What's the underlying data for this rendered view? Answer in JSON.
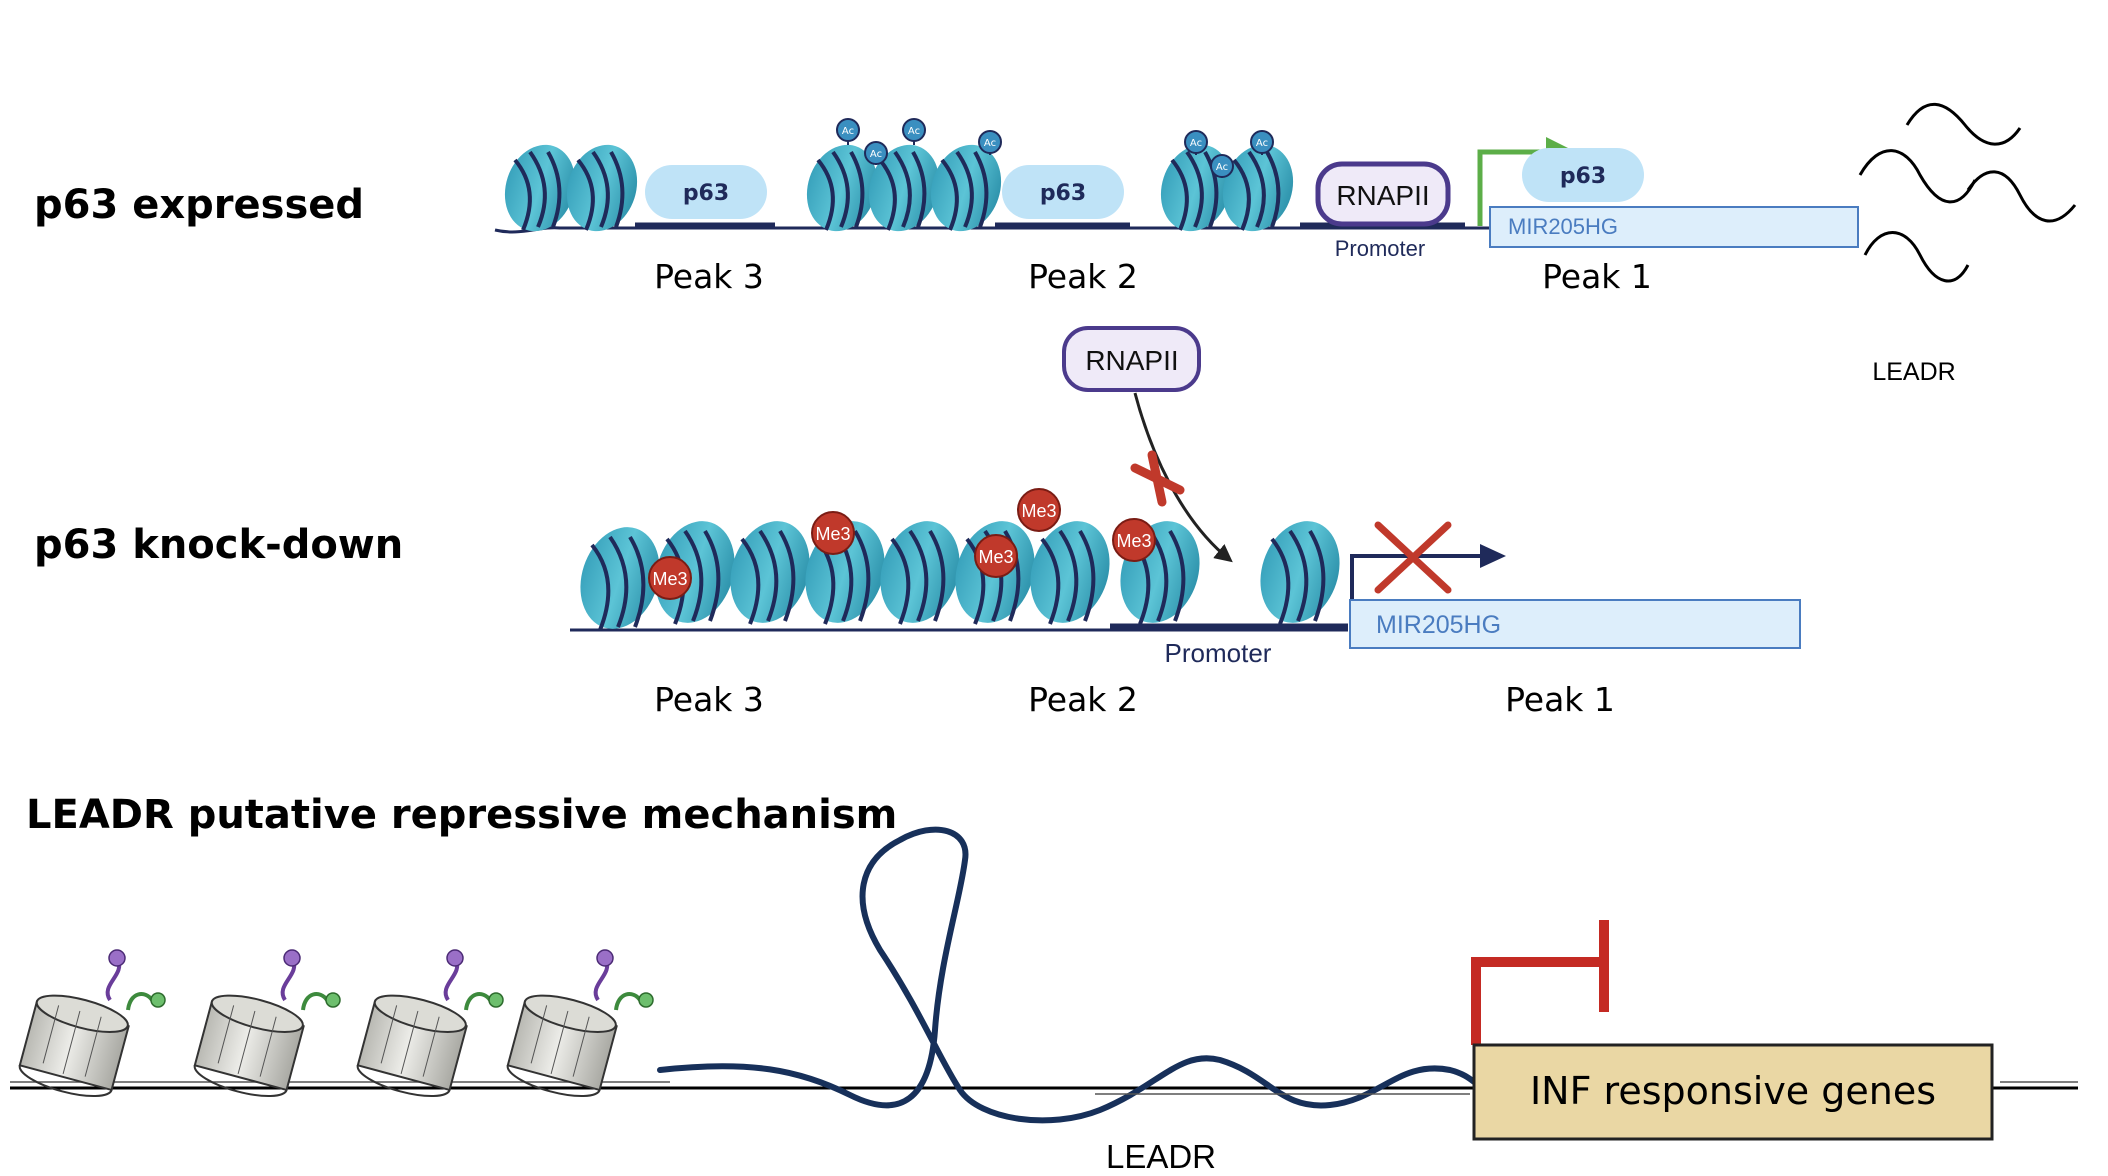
{
  "panel1": {
    "title": "p63 expressed",
    "p63_labels": [
      "p63",
      "p63",
      "p63"
    ],
    "ac_label": "Ac",
    "rnapii": "RNAPII",
    "promoter": "Promoter",
    "gene": "MIR205HG",
    "peaks": [
      "Peak 3",
      "Peak 2",
      "Peak 1"
    ],
    "leadr": "LEADR"
  },
  "panel2": {
    "title": "p63 knock-down",
    "rnapii": "RNAPII",
    "me3_label": "Me3",
    "promoter": "Promoter",
    "gene": "MIR205HG",
    "peaks": [
      "Peak 3",
      "Peak 2",
      "Peak 1"
    ]
  },
  "panel3": {
    "title": "LEADR putative repressive mechanism",
    "leadr": "LEADR",
    "target": "INF responsive genes"
  },
  "colors": {
    "nucleosome": "#4db8cc",
    "nucleosome_dark": "#2e8fa8",
    "dna": "#1f2a5a",
    "p63_bubble": "#bfe3f7",
    "me3": "#c0392b",
    "ac": "#3a8fc0",
    "rnapii_fill": "#efeaf8",
    "rnapii_stroke": "#4b3a8c",
    "gene_box": "#ddeefb",
    "gene_stroke": "#4a7cc0",
    "tss_green": "#5cae48",
    "block_red": "#c42a23",
    "leadr_rna": "#17305a",
    "inf_box": "#ead7a4"
  }
}
